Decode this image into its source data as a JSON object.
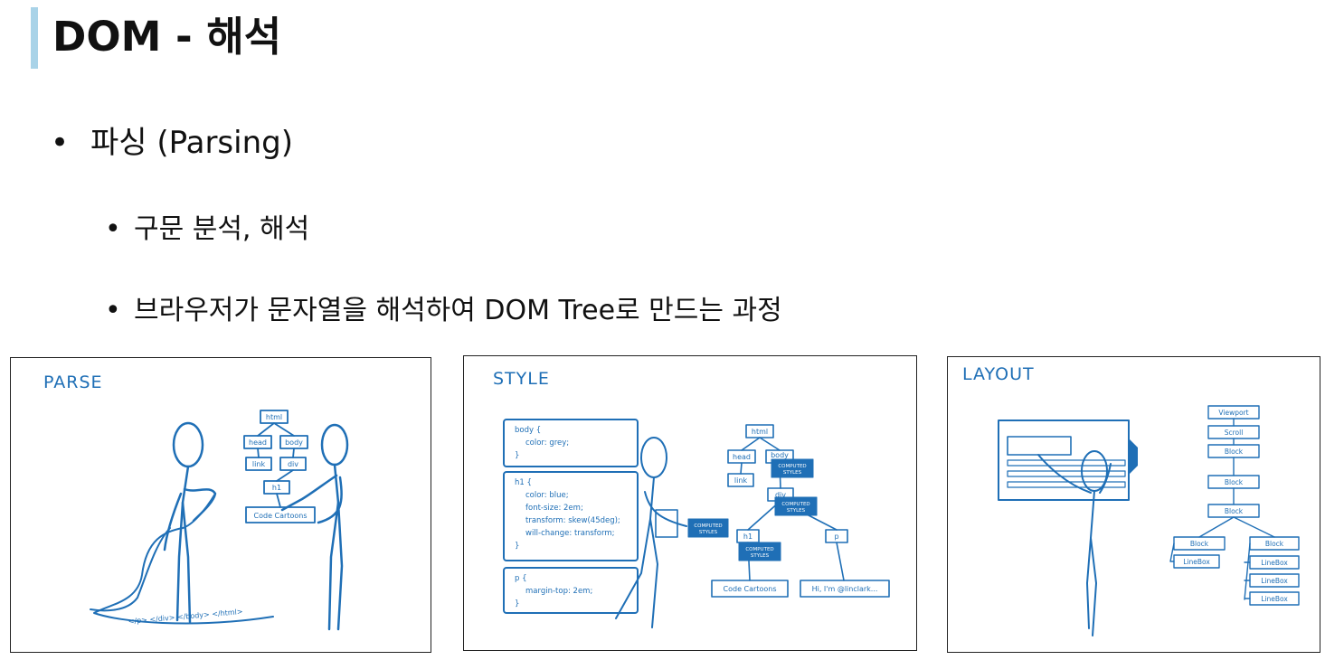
{
  "slide": {
    "title": "DOM - 해석",
    "bullets": [
      {
        "text": "파싱 (Parsing)"
      },
      {
        "text": "구문 분석, 해석"
      },
      {
        "text": "브라우저가 문자열을 해석하여 DOM Tree로 만드는 과정"
      }
    ]
  },
  "illustrations": {
    "parse": {
      "title": "PARSE",
      "nodes": [
        "html",
        "head",
        "body",
        "link",
        "div",
        "h1",
        "Code Cartoons"
      ],
      "ribbon_text": "</p> </div> </body> </html>"
    },
    "style": {
      "title": "STYLE",
      "code_blocks": [
        [
          "body {",
          "color: grey;",
          "}"
        ],
        [
          "h1 {",
          "color: blue;",
          "font-size: 2em;",
          "transform: skew(45deg);",
          "will-change: transform;",
          "}"
        ],
        [
          "p {",
          "margin-top: 2em;",
          "}"
        ]
      ],
      "nodes": [
        "html",
        "head",
        "body",
        "link",
        "div",
        "h1",
        "p",
        "Code Cartoons",
        "Hi, I'm @linclark..."
      ],
      "computed_label_line1": "COMPUTED",
      "computed_label_line2": "STYLES"
    },
    "layout": {
      "title": "LAYOUT",
      "nodes": [
        "Viewport",
        "Scroll",
        "Block",
        "Block",
        "Block",
        "Block",
        "LineBox",
        "Block",
        "LineBox",
        "LineBox",
        "LineBox"
      ]
    }
  },
  "colors": {
    "accent_bar": "#a9d3e8",
    "sketch_blue": "#1f6fb6"
  }
}
